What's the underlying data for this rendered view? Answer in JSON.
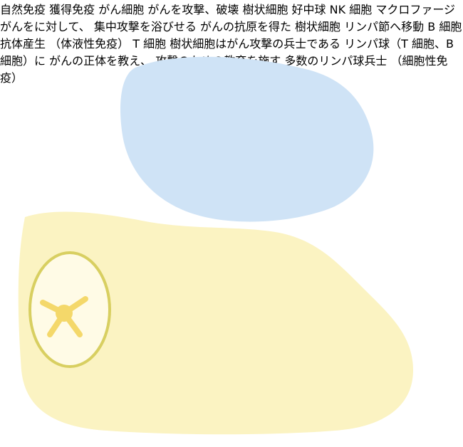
{
  "labels": {
    "natural_immunity": "自然免疫",
    "acquired_immunity": "獲得免疫",
    "cancer_cells": "がん細胞",
    "attack_destroy": "がんを攻撃、破壊",
    "dendritic_cell": "樹状細胞",
    "neutrophil": "好中球",
    "nk_cell": "NK 細胞",
    "macrophage": "マクロファージ",
    "focused_attack": [
      "がんをに対して、",
      "集中攻撃を浴びせる"
    ],
    "antigen_dendritic": [
      "がんの抗原を得た",
      "樹状細胞"
    ],
    "move_lymph": "リンパ節へ移動",
    "b_cell": "B 細胞",
    "antibody": [
      "抗体産生",
      "（体液性免疫）"
    ],
    "t_cell": "T 細胞",
    "teaching": [
      "樹状細胞はがん攻撃の兵士である",
      "リンパ球（T 細胞、B 細胞）に",
      "がんの正体を教え、",
      "攻撃のための教育を施す"
    ],
    "lymph_soldiers": [
      "多数のリンパ球兵士",
      "（細胞性免疫）"
    ]
  },
  "colors": {
    "natural_region": "#cfe3f6",
    "acquired_region": "#fbf3c2",
    "arrow_orange": "#ec6a3c",
    "arrow_blue": "#3f68c7",
    "badge_natural": "#5d83c7",
    "badge_acquired": "#e98a3c"
  }
}
